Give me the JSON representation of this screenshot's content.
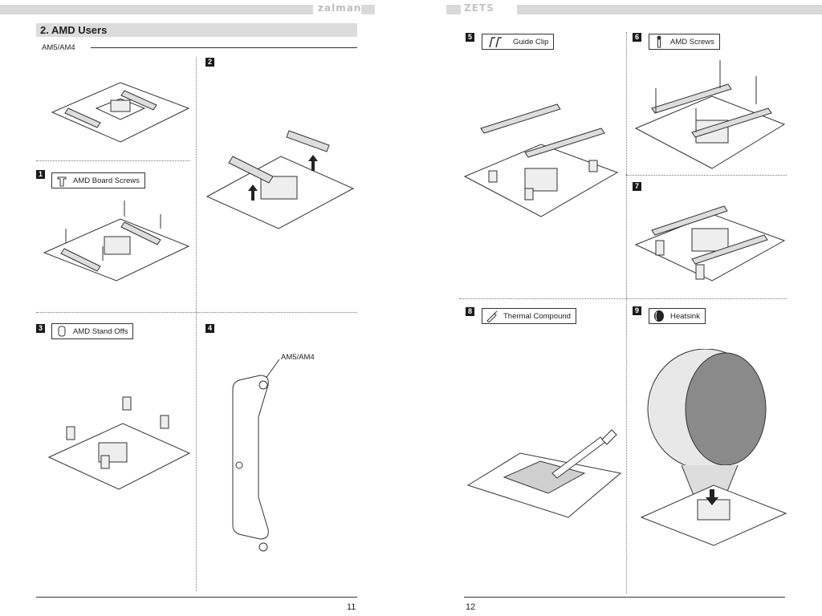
{
  "left_page": {
    "brand": "zalman",
    "section_title": "2. AMD Users",
    "socket_label": "AM5/AM4",
    "page_number": "11",
    "steps": [
      {
        "number": "1",
        "part": "AMD Board Screws",
        "icon": "board-screw-icon"
      },
      {
        "number": "2",
        "part": "",
        "icon": ""
      },
      {
        "number": "3",
        "part": "AMD Stand Offs",
        "icon": "standoff-icon"
      },
      {
        "number": "4",
        "part": "",
        "icon": "",
        "callout": "AM5/AM4"
      }
    ]
  },
  "right_page": {
    "brand": "ZETS",
    "page_number": "12",
    "steps": [
      {
        "number": "5",
        "part": "Guide Clip",
        "icon": "guide-clip-icon"
      },
      {
        "number": "6",
        "part": "AMD Screws",
        "icon": "amd-screw-icon"
      },
      {
        "number": "7",
        "part": "",
        "icon": ""
      },
      {
        "number": "8",
        "part": "Thermal Compound",
        "icon": "thermal-syringe-icon"
      },
      {
        "number": "9",
        "part": "Heatsink",
        "icon": "heatsink-icon"
      }
    ]
  }
}
